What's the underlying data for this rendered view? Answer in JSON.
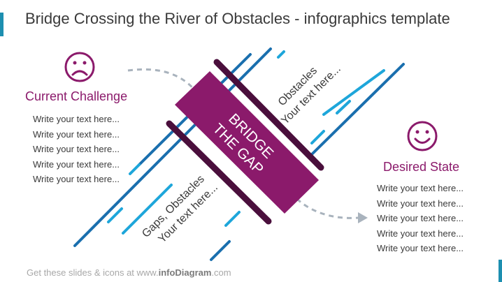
{
  "title": "Bridge Crossing the River of Obstacles - infographics template",
  "bridge": {
    "line1": "BRIDGE",
    "line2": "THE GAP"
  },
  "obstacles_top": {
    "line1": "Obstacles",
    "line2": "Your text here..."
  },
  "obstacles_bottom": {
    "line1": "Gaps, Obstacles",
    "line2": "Your text here..."
  },
  "current": {
    "heading": "Current Challenge",
    "items": [
      "Write your text here...",
      "Write your text here...",
      "Write your text here...",
      "Write your text here...",
      "Write your text here..."
    ]
  },
  "desired": {
    "heading": "Desired State",
    "items": [
      "Write your text here...",
      "Write your text here...",
      "Write your text here...",
      "Write your text here...",
      "Write your text here..."
    ]
  },
  "footer": {
    "prefix": "Get these slides & icons at www.",
    "brand": "infoDiagram",
    "suffix": ".com"
  },
  "colors": {
    "purple": "#8b1a6b",
    "dark_purple": "#4a0f3c",
    "blue": "#1a6fae",
    "light_blue": "#1ea6da",
    "grey_arrow": "#a9b3bd"
  },
  "icons": {
    "current": "sad-face-icon",
    "desired": "smiley-face-icon"
  }
}
